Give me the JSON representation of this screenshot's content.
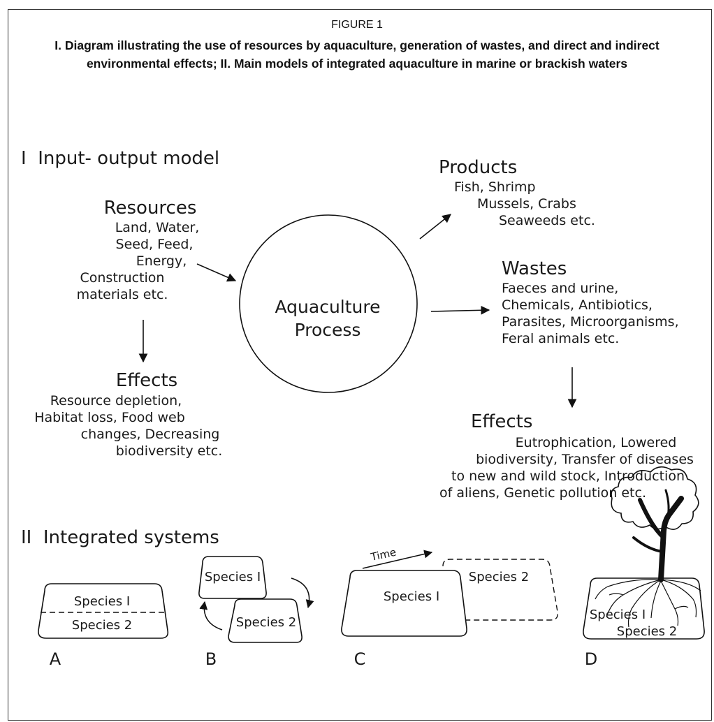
{
  "figure": {
    "label": "FIGURE 1",
    "caption": "I. Diagram illustrating the use of resources by aquaculture, generation of wastes, and direct and indirect environmental effects; II. Main models of integrated aquaculture in marine or brackish waters"
  },
  "section1": {
    "title": "I  Input- output model",
    "resources": {
      "heading": "Resources",
      "lines": [
        "Land, Water,",
        "Seed, Feed,",
        "Energy,",
        "Construction",
        "materials etc."
      ]
    },
    "effects_left": {
      "heading": "Effects",
      "lines": [
        "Resource depletion,",
        "Habitat loss, Food web",
        "changes, Decreasing",
        "biodiversity etc."
      ]
    },
    "process": {
      "line1": "Aquaculture",
      "line2": "Process"
    },
    "products": {
      "heading": "Products",
      "lines": [
        "Fish, Shrimp",
        "Mussels, Crabs",
        "Seaweeds etc."
      ]
    },
    "wastes": {
      "heading": "Wastes",
      "lines": [
        "Faeces and urine,",
        "Chemicals, Antibiotics,",
        "Parasites, Microorganisms,",
        "Feral animals etc."
      ]
    },
    "effects_right": {
      "heading": "Effects",
      "lines": [
        "Eutrophication, Lowered",
        "biodiversity, Transfer of diseases",
        "to new and wild stock, Introduction",
        "of aliens, Genetic pollution etc."
      ]
    }
  },
  "section2": {
    "title": "II  Integrated systems",
    "panels": {
      "A": {
        "letter": "A",
        "species1": "Species I",
        "species2": "Species 2"
      },
      "B": {
        "letter": "B",
        "species1": "Species I",
        "species2": "Species 2"
      },
      "C": {
        "letter": "C",
        "species1": "Species I",
        "species2": "Species 2",
        "time": "Time"
      },
      "D": {
        "letter": "D",
        "species1": "Species I",
        "species2": "Species 2"
      }
    }
  }
}
